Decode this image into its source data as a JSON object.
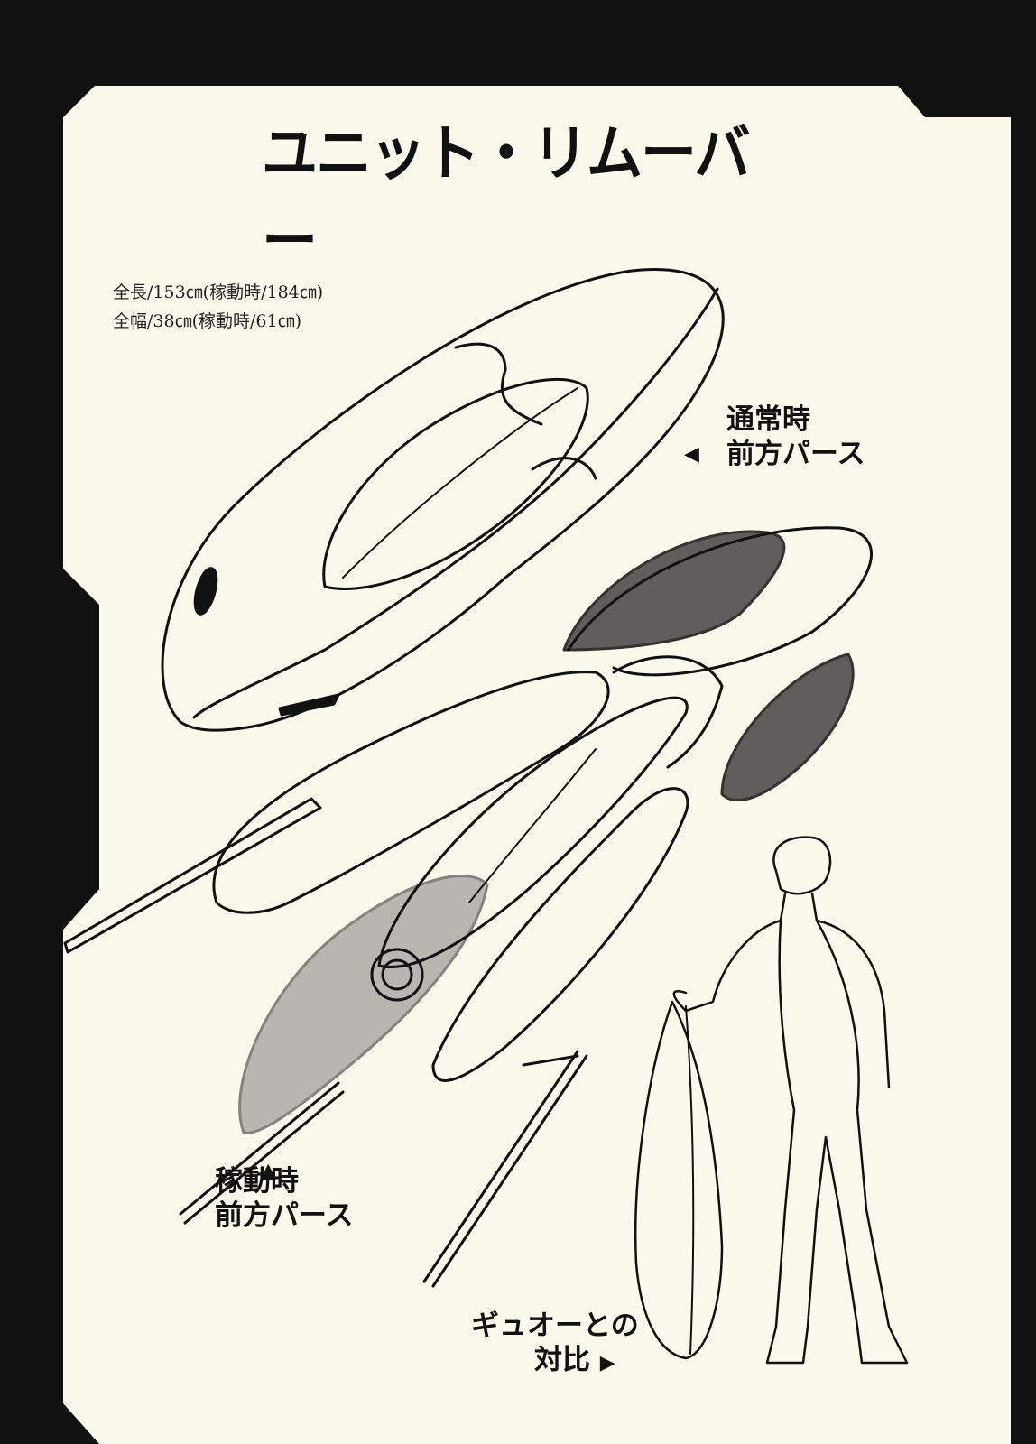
{
  "title": "ユニット・リムーバー",
  "specs": {
    "length": "全長/153㎝(稼動時/184㎝)",
    "width": "全幅/38㎝(稼動時/61㎝)"
  },
  "labels": {
    "normal_line1": "通常時",
    "normal_line2": "前方パース",
    "active_line1": "稼動時",
    "active_line2": "前方パース",
    "compare_line1": "ギュオーとの",
    "compare_line2": "対比"
  },
  "icons": {
    "left_arrow": "◀",
    "up_arrow": "▲",
    "right_arrow": "▶"
  },
  "colors": {
    "paper": "#fbf8ec",
    "ink": "#111111"
  }
}
